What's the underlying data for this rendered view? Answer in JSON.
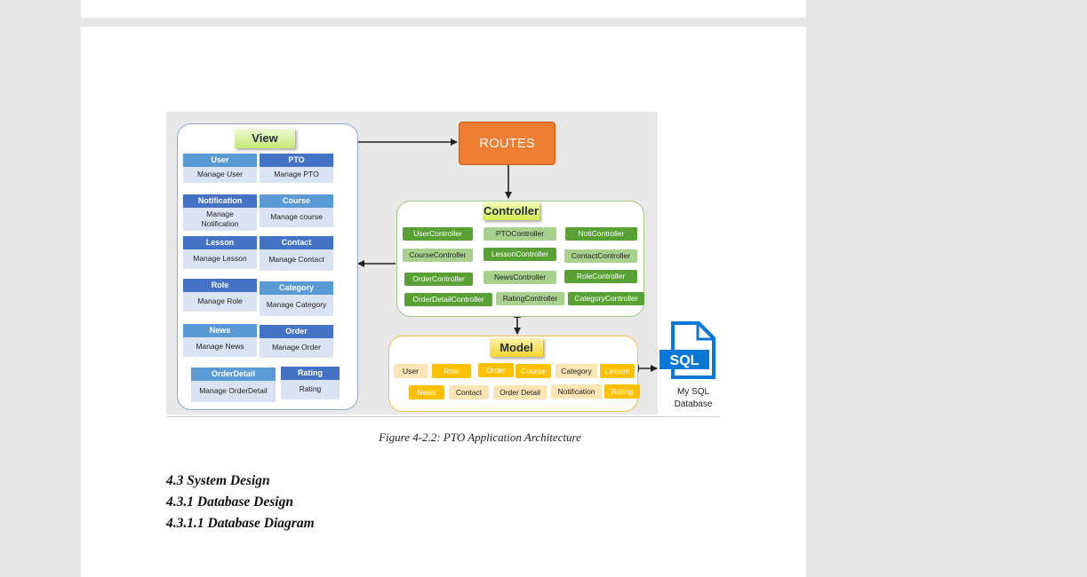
{
  "diagram": {
    "view": {
      "title": "View",
      "cards": [
        {
          "title": "User",
          "body": "Manage User"
        },
        {
          "title": "PTO",
          "body": "Manage PTO"
        },
        {
          "title": "Notification",
          "body": "Manage Notification"
        },
        {
          "title": "Course",
          "body": "Manage course"
        },
        {
          "title": "Lesson",
          "body": "Manage Lesson"
        },
        {
          "title": "Contact",
          "body": "Manage Contact"
        },
        {
          "title": "Role",
          "body": "Manage Role"
        },
        {
          "title": "Category",
          "body": "Manage Category"
        },
        {
          "title": "News",
          "body": "Manage News"
        },
        {
          "title": "Order",
          "body": "Manage Order"
        },
        {
          "title": "OrderDetail",
          "body": "Manage OrderDetail"
        },
        {
          "title": "Rating",
          "body": "Rating"
        }
      ]
    },
    "routes": {
      "label": "ROUTES"
    },
    "controller": {
      "title": "Controller",
      "items": [
        "UserController",
        "PTOController",
        "NotiController",
        "CourseController",
        "LessonController",
        "ContactController",
        "OrderController",
        "NewsController",
        "RoleController",
        "OrderDetailController",
        "RatingController",
        "CategoryController"
      ]
    },
    "model": {
      "title": "Model",
      "items": [
        "User",
        "Role",
        "Order",
        "Course",
        "Category",
        "Lesson",
        "News",
        "Contact",
        "Order Detail",
        "Notification",
        "Rating"
      ]
    },
    "database": {
      "icon_text": "SQL",
      "label_line1": "My SQL",
      "label_line2": "Database",
      "icon": "sql-file-icon"
    },
    "colors": {
      "routes": "#ed7d31",
      "view_title": "#4472c4",
      "controller_dark": "#59a135",
      "model_dark": "#ffc000",
      "sql_icon": "#0a78d4"
    }
  },
  "caption": "Figure 4-2.2: PTO Application Architecture",
  "headings": [
    "4.3 System Design",
    "4.3.1 Database Design",
    "4.3.1.1 Database Diagram"
  ]
}
